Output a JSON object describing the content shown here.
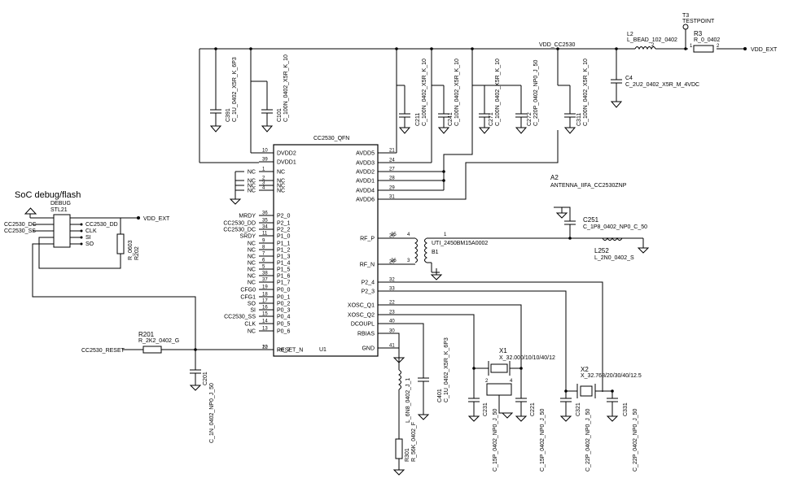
{
  "section": {
    "title": "SoC debug/flash"
  },
  "ic": {
    "name": "CC2530_QFN",
    "ref": "U1",
    "left_pins": [
      {
        "name": "DVDD2",
        "num": "10"
      },
      {
        "name": "DVDD1",
        "num": "39"
      },
      {
        "name": "NC",
        "num": "1"
      },
      {
        "name": "NC",
        "num": "2"
      },
      {
        "name": "NC",
        "num": "3"
      },
      {
        "name": "NC",
        "num": "4"
      },
      {
        "name": "P2_0",
        "num": "36"
      },
      {
        "name": "P2_1",
        "num": "35"
      },
      {
        "name": "P2_2",
        "num": "34"
      },
      {
        "name": "P1_0",
        "num": "11"
      },
      {
        "name": "P1_1",
        "num": "9"
      },
      {
        "name": "P1_2",
        "num": "8"
      },
      {
        "name": "P1_3",
        "num": "7"
      },
      {
        "name": "P1_4",
        "num": "6"
      },
      {
        "name": "P1_5",
        "num": "5"
      },
      {
        "name": "P1_6",
        "num": "38"
      },
      {
        "name": "P1_7",
        "num": "37"
      },
      {
        "name": "P0_0",
        "num": "19"
      },
      {
        "name": "P0_1",
        "num": "18"
      },
      {
        "name": "P0_2",
        "num": "17"
      },
      {
        "name": "P0_3",
        "num": "16"
      },
      {
        "name": "P0_4",
        "num": "15"
      },
      {
        "name": "P0_5",
        "num": "14"
      },
      {
        "name": "P0_6",
        "num": "13"
      },
      {
        "name": "P0_7",
        "num": "12"
      },
      {
        "name": "RESET_N",
        "num": "20"
      }
    ],
    "left_nets": [
      "NC",
      "NC",
      "NC",
      "NC",
      "MRDY",
      "CC2530_DD",
      "CC2530_DC",
      "SRDY",
      "NC",
      "NC",
      "NC",
      "NC",
      "NC",
      "NC",
      "NC",
      "CFG0",
      "CFG1",
      "SO",
      "SI",
      "CC2530_SS",
      "CLK",
      "NC",
      "NC"
    ],
    "right_pins": [
      {
        "name": "AVDD5",
        "num": "21"
      },
      {
        "name": "AVDD3",
        "num": "24"
      },
      {
        "name": "AVDD2",
        "num": "27"
      },
      {
        "name": "AVDD1",
        "num": "28"
      },
      {
        "name": "AVDD4",
        "num": "29"
      },
      {
        "name": "AVDD6",
        "num": "31"
      },
      {
        "name": "RF_P",
        "num": "25"
      },
      {
        "name": "RF_N",
        "num": "26"
      },
      {
        "name": "P2_4",
        "num": "32"
      },
      {
        "name": "P2_3",
        "num": "33"
      },
      {
        "name": "XOSC_Q1",
        "num": "22"
      },
      {
        "name": "XOSC_Q2",
        "num": "23"
      },
      {
        "name": "DCOUPL",
        "num": "40"
      },
      {
        "name": "RBIAS",
        "num": "30"
      },
      {
        "name": "GND",
        "num": "41"
      }
    ]
  },
  "nets": {
    "vdd_cc2530": "VDD_CC2530",
    "vdd_ext": "VDD_EXT",
    "vdd_ext2": "VDD_EXT"
  },
  "top_parts": {
    "testpoint_ref": "T3",
    "testpoint_val": "TESTPOINT",
    "l2_ref": "L2",
    "l2_val": "L_BEAD_102_0402",
    "r3_ref": "R3",
    "r3_val": "R_0_0402",
    "c4_ref": "C4",
    "c4_val": "C_2U2_0402_X5R_M_4VDC",
    "caps": [
      {
        "ref": "C391",
        "val": "C_1U_0402_X5R_K_6P3"
      },
      {
        "ref": "C101",
        "val": "C_100N_0402_X5R_K_10"
      },
      {
        "ref": "C211",
        "val": "C_100N_0402_X5R_K_10"
      },
      {
        "ref": "C241",
        "val": "C_100N_0402_X5R_K_10"
      },
      {
        "ref": "C271",
        "val": "C_100N_0402_X5R_K_10"
      },
      {
        "ref": "C272",
        "val": "C_220P_0402_NP0_J_50"
      },
      {
        "ref": "C311",
        "val": "C_100N_0402_X5R_K_10"
      }
    ]
  },
  "rf": {
    "antenna_ref": "A2",
    "antenna_val": "ANTENNA_IIFA_CC2530ZNP",
    "c251_ref": "C251",
    "c251_val": "C_1P8_0402_NP0_C_50",
    "l252_ref": "L252",
    "l252_val": "L_2N0_0402_S",
    "balun_val": "UTI_2450BM15A0002",
    "balun_ref": "B1"
  },
  "debug": {
    "conn_title": "DEBUG",
    "conn_ref": "STL21",
    "left_labels": [
      "CC2530_DC",
      "CC2530_SS"
    ],
    "right_labels": [
      "CC2530_DD",
      "CLK",
      "SI",
      "SO"
    ],
    "res_ref": "R202",
    "res_val": "R_0603",
    "r201_ref": "R201",
    "r201_val": "R_2K2_0402_G",
    "reset_net": "CC2530_RESET",
    "c201_ref": "C201",
    "c201_val": "C_1N_0402_NP0_J_50"
  },
  "bottom_parts": {
    "c401_ref": "C401",
    "c401_val": "C_1U_0402_X5R_K_6P3",
    "l1_val": "L_6N8_0402_J_1",
    "r301_ref": "R301",
    "r301_val": "R_56K_0402_F",
    "x1_ref": "X1",
    "x1_val": "X_32.000/10/10/40/12",
    "x2_ref": "X2",
    "x2_val": "X_32.768/20/30/40/12.5",
    "c221_ref": "C221",
    "c221_val": "C_15P_0402_NP0_J_50",
    "c231_ref": "C231",
    "c231_val": "C_15P_0402_NP0_J_50",
    "c321_ref": "C321",
    "c321_val": "C_22P_0402_NP0_J_50",
    "c331_ref": "C331",
    "c331_val": "C_22P_0402_NP0_J_50"
  }
}
